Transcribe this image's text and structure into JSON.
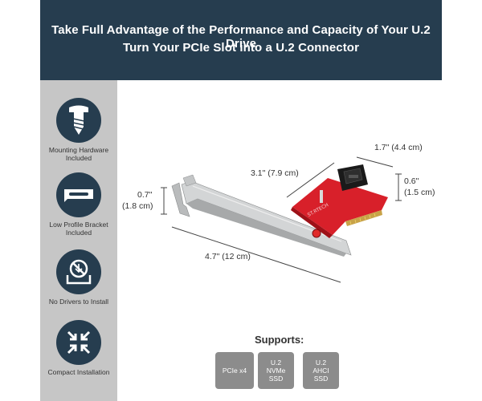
{
  "header": {
    "line1": "Take Full Advantage of the Performance and Capacity of Your U.2 Drive",
    "line2": "Turn Your PCIe Slot into a U.2 Connector"
  },
  "features": [
    {
      "icon": "screw-icon",
      "label_line1": "Mounting Hardware",
      "label_line2": "Included"
    },
    {
      "icon": "bracket-icon",
      "label_line1": "Low Profile Bracket",
      "label_line2": "Included"
    },
    {
      "icon": "no-drivers-icon",
      "label_line1": "No Drivers to Install",
      "label_line2": ""
    },
    {
      "icon": "compact-icon",
      "label_line1": "Compact Installation",
      "label_line2": ""
    }
  ],
  "dimensions": {
    "width_top": "1.7\" (4.4 cm)",
    "length_card": "3.1\" (7.9 cm)",
    "connector_h_in": "0.6\"",
    "connector_h_cm": "(1.5 cm)",
    "bracket_h_in": "0.7\"",
    "bracket_h_cm": "(1.8 cm)",
    "bracket_len": "4.7\" (12 cm)"
  },
  "supports": {
    "title": "Supports:",
    "items": [
      {
        "line1": "PCIe x4",
        "line2": "",
        "line3": ""
      },
      {
        "line1": "U.2",
        "line2": "NVMe",
        "line3": "SSD"
      },
      {
        "line1": "U.2",
        "line2": "AHCI",
        "line3": "SSD"
      }
    ]
  },
  "colors": {
    "header_bg": "#263d4f",
    "sidebar_bg": "#c6c6c6",
    "icon_circle": "#263d4f",
    "chip_bg": "#8c8c8c",
    "pcb_red": "#d8202a",
    "bracket_silver": "#c9cbcc"
  }
}
